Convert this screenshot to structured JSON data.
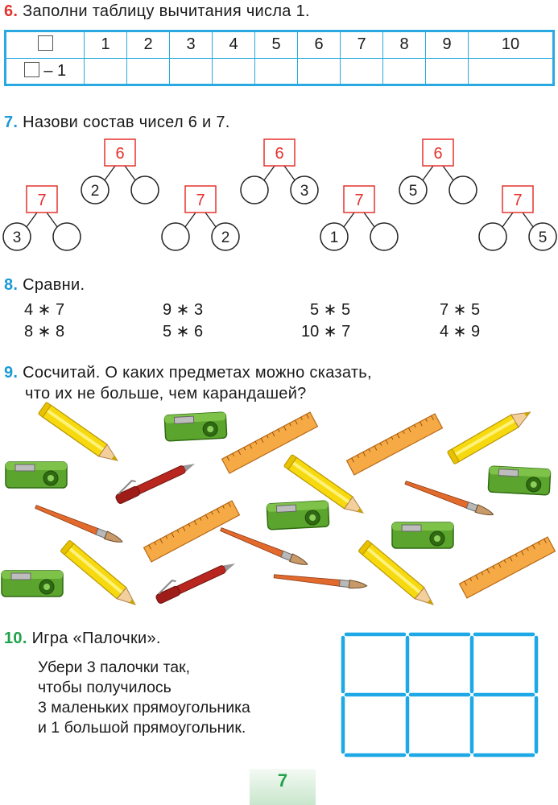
{
  "task6": {
    "number": "6.",
    "title": "Заполни таблицу вычитания числа 1.",
    "header_values": [
      "1",
      "2",
      "3",
      "4",
      "5",
      "6",
      "7",
      "8",
      "9",
      "10"
    ],
    "row2_label": "– 1"
  },
  "task7": {
    "number": "7.",
    "title": "Назови состав чисел 6 и 7.",
    "trees": [
      {
        "top": "7",
        "left": "3",
        "right": ""
      },
      {
        "top": "6",
        "left": "2",
        "right": ""
      },
      {
        "top": "7",
        "left": "",
        "right": "2"
      },
      {
        "top": "6",
        "left": "",
        "right": "3"
      },
      {
        "top": "7",
        "left": "1",
        "right": ""
      },
      {
        "top": "6",
        "left": "5",
        "right": ""
      },
      {
        "top": "7",
        "left": "",
        "right": "5"
      }
    ]
  },
  "task8": {
    "number": "8.",
    "title": "Сравни.",
    "rows": [
      [
        "4 ∗ 7",
        "9 ∗ 3",
        "5 ∗ 5",
        "7 ∗ 5"
      ],
      [
        "8 ∗ 8",
        "5 ∗ 6",
        "10 ∗ 7",
        "4 ∗ 9"
      ]
    ]
  },
  "task9": {
    "number": "9.",
    "line1": "Сосчитай. О каких предметах можно сказать,",
    "line2": "что их не больше, чем карандашей?"
  },
  "task10": {
    "number": "10.",
    "title": "Игра «Палочки».",
    "lines": [
      "Убери 3 палочки так,",
      "чтобы получилось",
      "3 маленьких прямоугольника",
      "и 1 большой прямоугольник."
    ]
  },
  "page_number": "7",
  "colors": {
    "red": "#e5322d",
    "blue": "#29a9e0",
    "green": "#1fa24a"
  }
}
